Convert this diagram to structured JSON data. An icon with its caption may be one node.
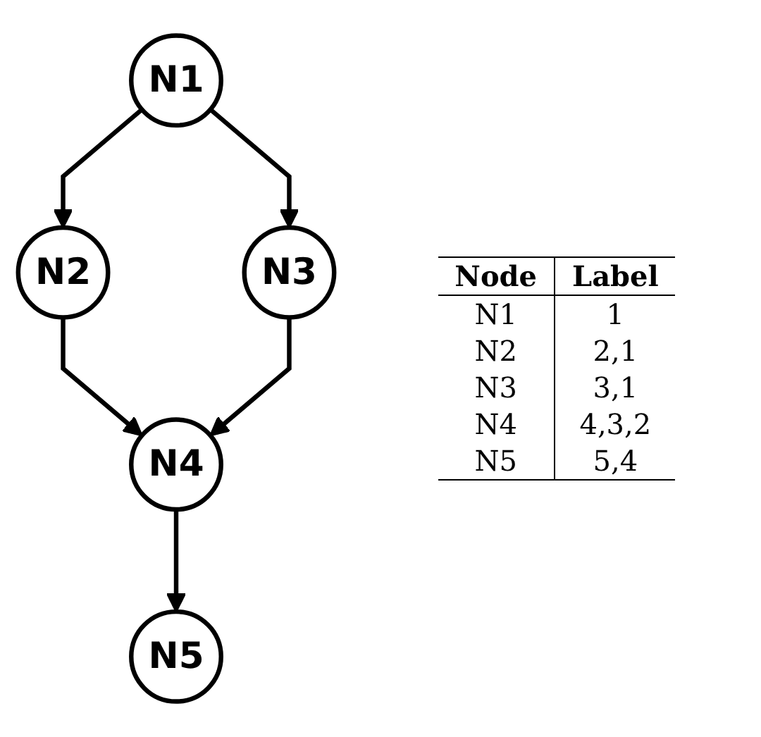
{
  "diagram": {
    "nodes": [
      {
        "text": [
          "N1"
        ]
      },
      {
        "text": [
          "N2"
        ]
      },
      {
        "text": [
          "N3"
        ]
      },
      {
        "text": [
          "N4"
        ]
      },
      {
        "text": [
          "N5"
        ]
      }
    ],
    "edges": [
      {
        "from": 0,
        "to": 1,
        "arrow": "to"
      },
      {
        "from": 0,
        "to": 2,
        "arrow": "to"
      },
      {
        "from": 1,
        "to": 3,
        "arrow": "to"
      },
      {
        "from": 2,
        "to": 3,
        "arrow": "to"
      },
      {
        "from": 3,
        "to": 4,
        "arrow": "to"
      }
    ],
    "labels": [
      "Node",
      "Label",
      "N1",
      "1",
      "N2",
      "2,1",
      "N3",
      "3,1",
      "N4",
      "4,3,2",
      "N5",
      "5,4"
    ]
  }
}
